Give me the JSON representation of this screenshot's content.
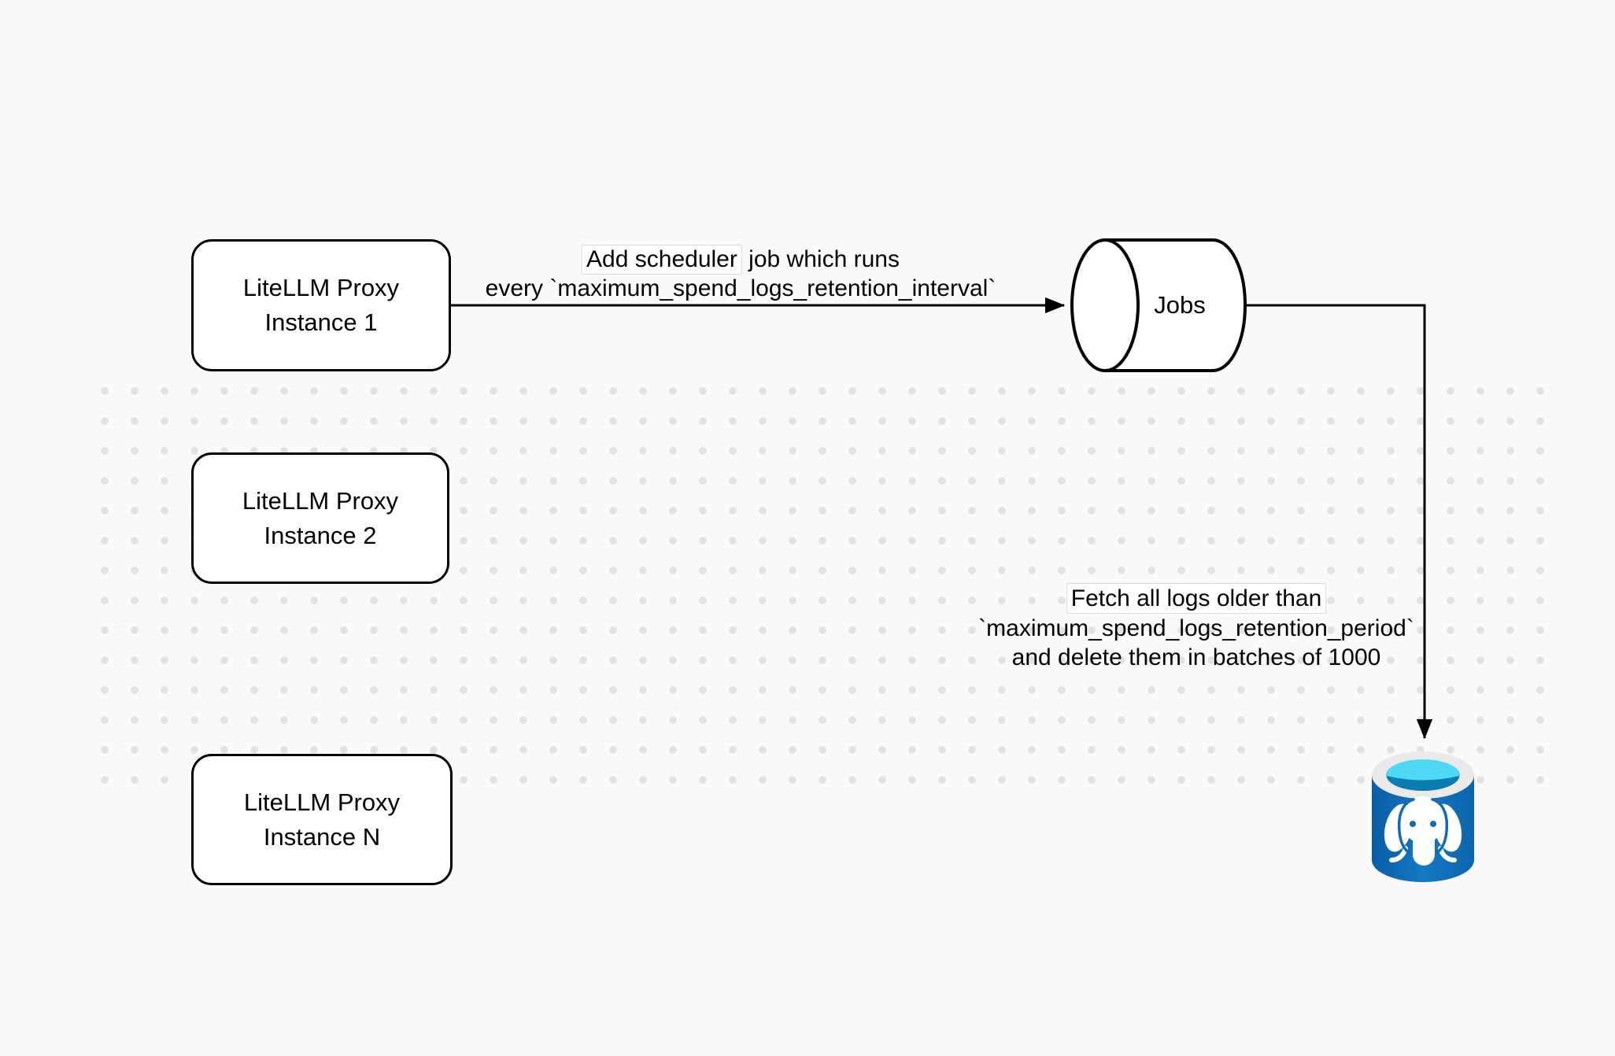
{
  "diagram": {
    "background_color": "#fafafa",
    "dot_color": "#e2e2e2",
    "stroke_color": "#000000"
  },
  "nodes": {
    "proxies": [
      {
        "line1": "LiteLLM Proxy",
        "line2": "Instance 1"
      },
      {
        "line1": "LiteLLM Proxy",
        "line2": "Instance 2"
      },
      {
        "line1": "LiteLLM Proxy",
        "line2": "Instance N"
      }
    ],
    "jobs": {
      "label": "Jobs"
    },
    "postgres": {
      "body_color": "#1172b9",
      "rim_color": "#eaeaea",
      "water_color": "#4fd9f7",
      "water_shadow_color": "#0c7cb0"
    }
  },
  "edges": {
    "add_scheduler": {
      "line1_highlight": "Add scheduler",
      "line1_rest": " job which runs",
      "line2": "every `maximum_spend_logs_retention_interval`"
    },
    "fetch_delete": {
      "line1": "Fetch all logs older than",
      "line2": "`maximum_spend_logs_retention_period`",
      "line3": "and delete them in batches of 1000"
    }
  }
}
